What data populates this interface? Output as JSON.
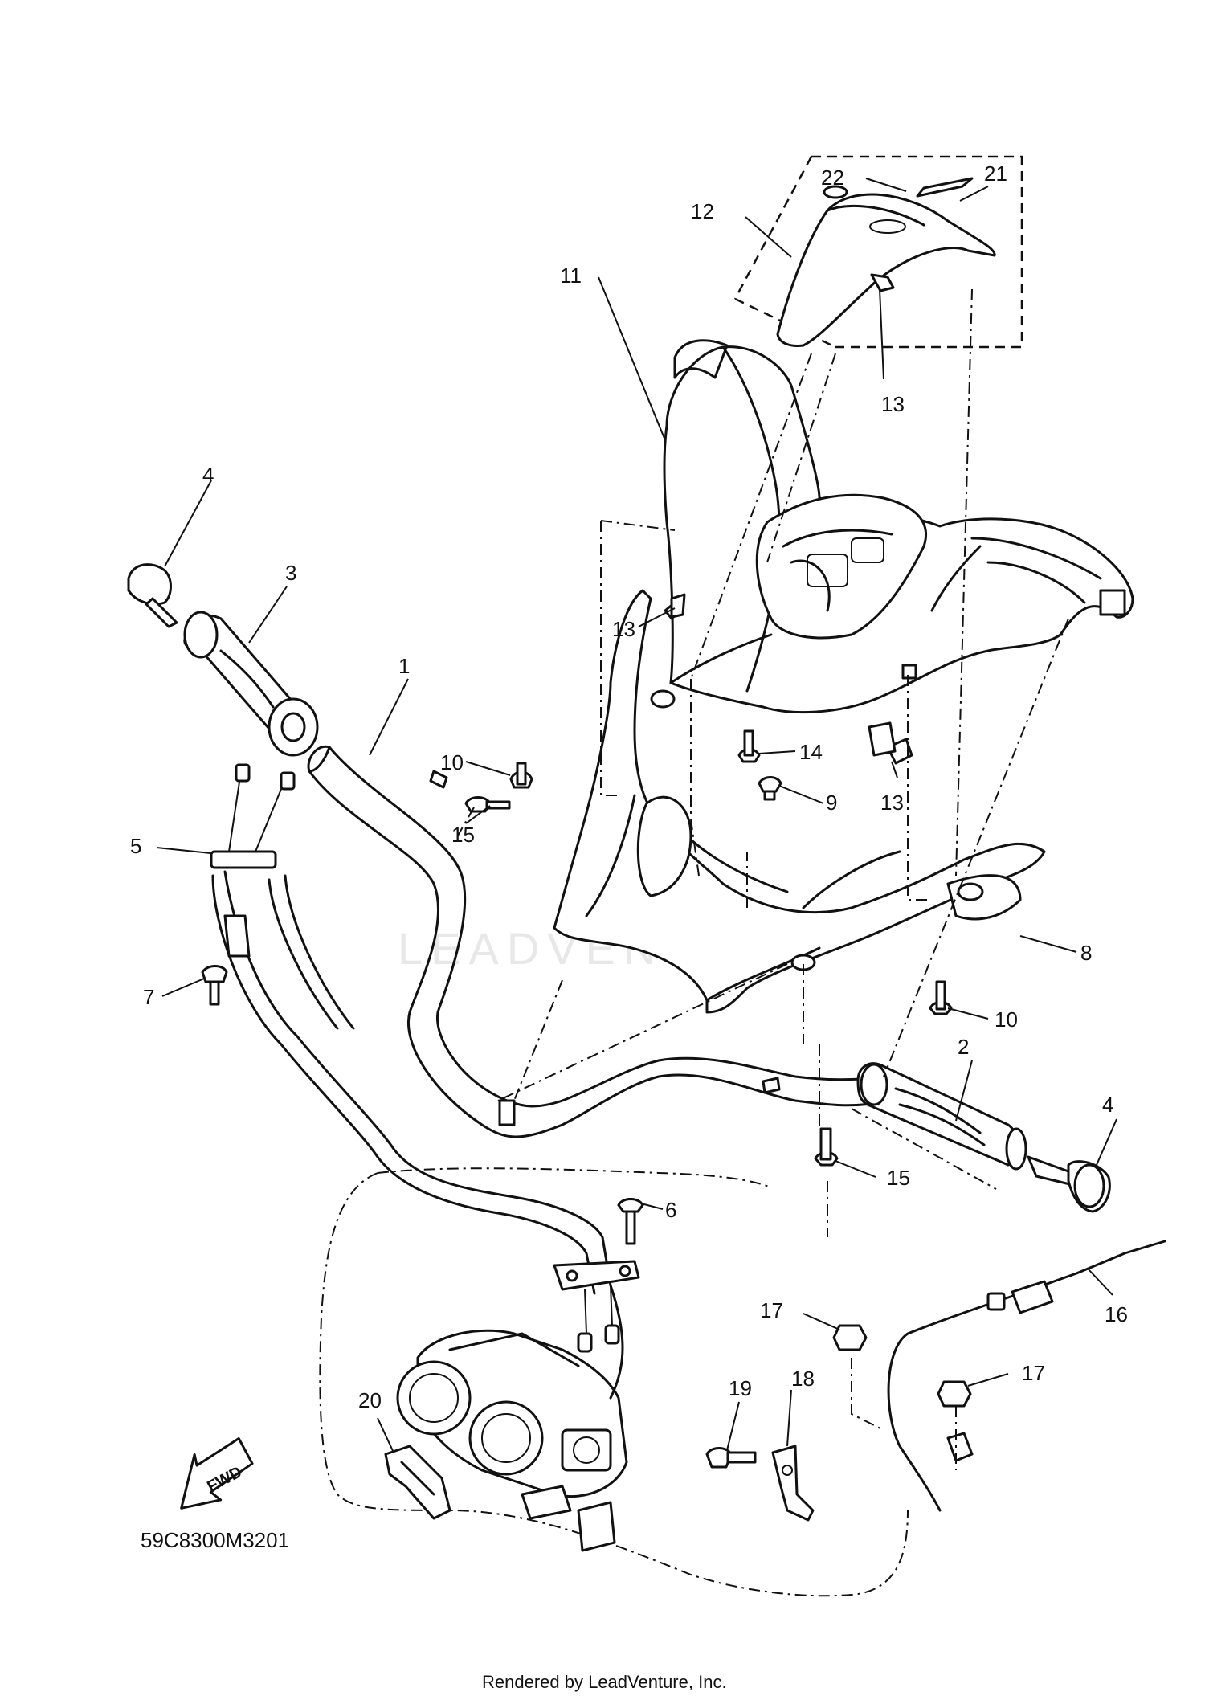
{
  "diagram": {
    "callouts": [
      {
        "id": "c1",
        "text": "1"
      },
      {
        "id": "c2",
        "text": "2"
      },
      {
        "id": "c3",
        "text": "3"
      },
      {
        "id": "c4a",
        "text": "4"
      },
      {
        "id": "c4b",
        "text": "4"
      },
      {
        "id": "c5",
        "text": "5"
      },
      {
        "id": "c6",
        "text": "6"
      },
      {
        "id": "c7",
        "text": "7"
      },
      {
        "id": "c8",
        "text": "8"
      },
      {
        "id": "c9",
        "text": "9"
      },
      {
        "id": "c10a",
        "text": "10"
      },
      {
        "id": "c10b",
        "text": "10"
      },
      {
        "id": "c11",
        "text": "11"
      },
      {
        "id": "c12",
        "text": "12"
      },
      {
        "id": "c13a",
        "text": "13"
      },
      {
        "id": "c13b",
        "text": "13"
      },
      {
        "id": "c13c",
        "text": "13"
      },
      {
        "id": "c14",
        "text": "14"
      },
      {
        "id": "c15a",
        "text": "15"
      },
      {
        "id": "c15b",
        "text": "15"
      },
      {
        "id": "c16",
        "text": "16"
      },
      {
        "id": "c17a",
        "text": "17"
      },
      {
        "id": "c17b",
        "text": "17"
      },
      {
        "id": "c18",
        "text": "18"
      },
      {
        "id": "c19",
        "text": "19"
      },
      {
        "id": "c20",
        "text": "20"
      },
      {
        "id": "c21",
        "text": "21"
      },
      {
        "id": "c22",
        "text": "22"
      }
    ],
    "fwd_label": "FWD",
    "diagram_code": "59C8300M3201",
    "watermark": "LEADVENTURE",
    "footer_credit": "Rendered by LeadVenture, Inc."
  }
}
